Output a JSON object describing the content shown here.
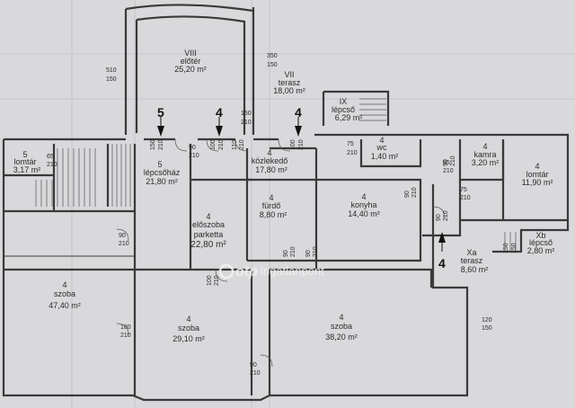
{
  "rooms": {
    "viii": {
      "num": "VIII",
      "name": "előtér",
      "area": "25,20 m²"
    },
    "vii": {
      "num": "VII",
      "name": "terasz",
      "area": "18,00 m²"
    },
    "ix": {
      "num": "IX",
      "name": "lépcső",
      "area": "6,29 m²"
    },
    "lomtar5": {
      "num": "5",
      "name": "lomtár",
      "area": "3,17 m²"
    },
    "lepcsohaz": {
      "num": "5",
      "name": "lépcsőház",
      "area": "21,80 m²"
    },
    "kozlekedo": {
      "num": "4",
      "name": "közlekedő",
      "area": "17,80 m²"
    },
    "wc": {
      "num": "4",
      "name": "wc",
      "area": "1,40 m²"
    },
    "kamra": {
      "num": "4",
      "name": "kamra",
      "area": "3,20 m²"
    },
    "lomtar4": {
      "num": "4",
      "name": "lomtár",
      "area": "11,90 m²"
    },
    "furdo": {
      "num": "4",
      "name": "fürdő",
      "area": "8,80 m²"
    },
    "konyha": {
      "num": "4",
      "name": "konyha",
      "area": "14,40 m²"
    },
    "eloszoba": {
      "num": "4",
      "name": "előszoba",
      "name2": "parketta",
      "area": "22,80 m²"
    },
    "xb": {
      "num": "Xb",
      "name": "lépcső",
      "area": "2,80 m²"
    },
    "xa": {
      "num": "Xa",
      "name": "terasz",
      "area": "8,60 m²"
    },
    "szoba1": {
      "num": "4",
      "name": "szoba",
      "area": "47,40 m²"
    },
    "szoba2": {
      "num": "4",
      "name": "szoba",
      "area": "29,10 m²"
    },
    "szoba3": {
      "num": "4",
      "name": "szoba",
      "area": "38,20 m²"
    }
  },
  "door_dims": {
    "d510": "510",
    "d150a": "150",
    "d350": "350",
    "d150b": "150",
    "d150c": "150",
    "d210a": "210",
    "d150d": "150",
    "d210b": "210",
    "d100": "100",
    "d210c": "210",
    "d110": "110",
    "d210d": "210",
    "d100b": "100",
    "d210e": "210",
    "d75": "75",
    "d210f": "210",
    "d90a": "90",
    "d210g": "210",
    "d75b": "75",
    "d210h": "210",
    "d90b": "90",
    "d210i": "210",
    "d90c": "90",
    "d210j": "210",
    "d90d": "90",
    "d210k": "210",
    "d90e": "90",
    "d210l": "210",
    "d90f": "90",
    "d210m": "210",
    "d100c": "100",
    "d210n": "210",
    "d180": "180",
    "d210o": "210",
    "d90g": "90",
    "d210p": "210",
    "d120": "120",
    "d150e": "150",
    "d150f": "150",
    "d150g": "150",
    "d65": "65",
    "d210q": "210",
    "d85": "85",
    "d210r": "210",
    "d90h": "90",
    "d210s": "210"
  },
  "arrows": {
    "a1": "5",
    "a2": "4",
    "a3": "4",
    "a4": "4"
  },
  "watermark": {
    "brand": "otp",
    "text": "ingatlanpont"
  }
}
